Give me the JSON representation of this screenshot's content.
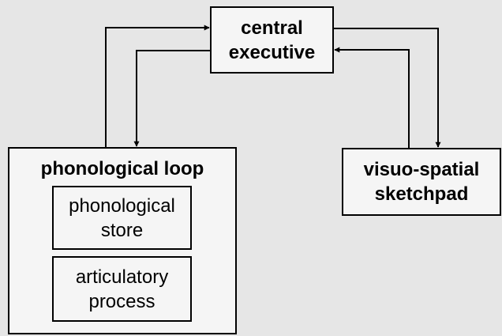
{
  "diagram": {
    "central_executive": "central\nexecutive",
    "visuo_spatial_sketchpad": "visuo-spatial\nsketchpad",
    "phonological_loop": {
      "title": "phonological loop",
      "phonological_store": "phonological\nstore",
      "articulatory_process": "articulatory\nprocess"
    }
  }
}
